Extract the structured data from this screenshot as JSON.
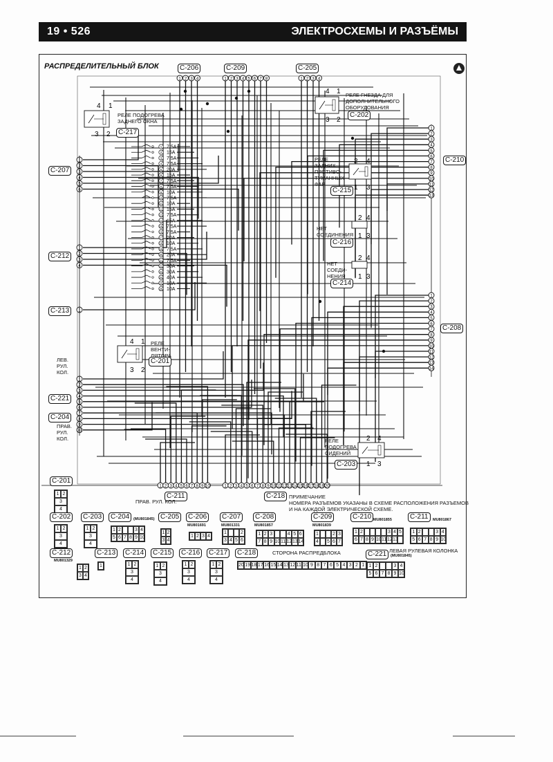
{
  "header": {
    "page_number": "19 • 526",
    "section_title": "ЭЛЕКТРОСХЕМЫ И РАЗЪЁМЫ"
  },
  "diagram": {
    "title": "РАСПРЕДЕЛИТЕЛЬНЫЙ БЛОК",
    "logo_icon": "brand-emblem-icon",
    "top_connectors": [
      {
        "id": "C-206",
        "pins": [
          "1",
          "2",
          "3",
          "4"
        ]
      },
      {
        "id": "C-209",
        "pins": [
          "1",
          "2",
          "3",
          "4",
          "5",
          "6",
          "7",
          "8"
        ]
      },
      {
        "id": "C-205",
        "pins": [
          "1",
          "2",
          "3",
          "4"
        ]
      }
    ],
    "left_connectors": [
      {
        "id": "C-207",
        "pins": [
          "1",
          "2",
          "3",
          "4",
          "5",
          "6"
        ]
      },
      {
        "id": "C-212",
        "pins": [
          "1",
          "2",
          "3",
          "4"
        ]
      },
      {
        "id": "C-213",
        "pins": [
          "1"
        ]
      },
      {
        "id": "C-221",
        "label_above": "ЛЕВ. РУЛ. КОЛ.",
        "pins": [
          "1",
          "2",
          "3",
          "4",
          "5"
        ]
      },
      {
        "id": "C-204",
        "label_below": "ПРАВ. РУЛ. КОЛ.",
        "pins": [
          "6",
          "7",
          "8",
          "9",
          "10"
        ]
      }
    ],
    "right_connectors": [
      {
        "id": "C-210",
        "pins": [
          "1",
          "2",
          "3",
          "4",
          "5",
          "6",
          "7",
          "8",
          "9",
          "10",
          "11",
          "12",
          "13"
        ]
      },
      {
        "id": "C-208",
        "pins": [
          "1",
          "2",
          "3",
          "4",
          "5",
          "6",
          "7",
          "8",
          "9",
          "10",
          "11",
          "12",
          "13",
          "14"
        ]
      }
    ],
    "bottom_connectors": [
      {
        "id": "C-211",
        "pins": [
          "1",
          "2",
          "3",
          "4",
          "5",
          "6",
          "7",
          "8",
          "9",
          "10"
        ]
      },
      {
        "id": "C-218",
        "pins": [
          "1",
          "2",
          "3",
          "4",
          "5",
          "6",
          "7",
          "8",
          "9",
          "10",
          "11",
          "12",
          "13",
          "14",
          "15",
          "16",
          "17",
          "18",
          "19",
          "20"
        ]
      }
    ],
    "relays": [
      {
        "id": "C-217",
        "label": "РЕЛЕ ПОДОГРЕВА ЗАДНЕГО ОКНА",
        "pins": [
          "4",
          "1",
          "3",
          "2"
        ],
        "switch": [
          "OFF",
          "ON"
        ]
      },
      {
        "id": "C-202",
        "label": "РЕЛЕ ГНЕЗДА ДЛЯ ДОПОЛНИТЕЛЬНОГО ОБОРУДОВАНИЯ",
        "pins": [
          "4",
          "1",
          "3",
          "2"
        ],
        "switch": [
          "OFF",
          "ON"
        ]
      },
      {
        "id": "C-215",
        "label": "РЕЛЕ ЗАДНИХ ПРОТИВО- ТУМАННЫХ ФАР",
        "pins": [
          "2",
          "4",
          "1",
          "3"
        ],
        "switch": [
          "OFF",
          "ON"
        ]
      },
      {
        "id": "C-216",
        "label": "НЕТ СОЕДИНЕНИЯ",
        "pins": [
          "2",
          "4",
          "1",
          "3"
        ]
      },
      {
        "id": "C-214",
        "label": "НЕТ СОЕДИ- НЕНИЯ",
        "pins": [
          "2",
          "4",
          "1",
          "3"
        ]
      },
      {
        "id": "C-201",
        "label": "РЕЛЕ ВЕНТИ- ЛЯТОРА",
        "pins": [
          "4",
          "1",
          "3",
          "2"
        ],
        "switch": [
          "OFF",
          "ON"
        ]
      },
      {
        "id": "C-203",
        "label": "РЕЛЕ ПОДОГРЕВА СИДЕНИЙ",
        "pins": [
          "2",
          "4",
          "1",
          "3"
        ],
        "switch": [
          "ON",
          "OFF"
        ]
      }
    ],
    "fuses": [
      {
        "no": "1",
        "rating": "7.5A"
      },
      {
        "no": "2",
        "rating": "15A"
      },
      {
        "no": "3",
        "rating": "7.5A"
      },
      {
        "no": "4",
        "rating": "7.5A"
      },
      {
        "no": "5",
        "rating": "20A"
      },
      {
        "no": "6",
        "rating": "15A"
      },
      {
        "no": "7",
        "rating": "7.5A"
      },
      {
        "no": "8",
        "rating": "7.5A"
      },
      {
        "no": "9",
        "rating": "10A"
      },
      {
        "no": "10",
        "rating": "7.5A"
      },
      {
        "no": "11",
        "rating": "10A"
      },
      {
        "no": "12",
        "rating": "15A"
      },
      {
        "no": "13",
        "rating": "7.5A"
      },
      {
        "no": "14",
        "rating": "15A"
      },
      {
        "no": "15",
        "rating": "7.5A"
      },
      {
        "no": "16",
        "rating": "7.5A"
      },
      {
        "no": "17",
        "rating": "20A"
      },
      {
        "no": "18",
        "rating": "10A"
      },
      {
        "no": "19",
        "rating": "7.5A"
      },
      {
        "no": "20",
        "rating": "20A"
      },
      {
        "no": "21",
        "rating": "7.5A"
      },
      {
        "no": "22",
        "rating": "30A"
      },
      {
        "no": "23",
        "rating": "30A"
      },
      {
        "no": "24",
        "rating": "40A"
      },
      {
        "no": "25",
        "rating": "10A"
      },
      {
        "no": "26",
        "rating": "10A"
      }
    ]
  },
  "note": {
    "title": "ПРИМЕЧАНИЕ",
    "text_line1": "НОМЕРА РАЗЪЕМОВ УКАЗАНЫ В СХЕМЕ РАСПОЛОЖЕНИЯ РАЗЪЕМОВ",
    "text_line2": "И НА КАЖДОЙ ЭЛЕКТРИЧЕСКОЙ СХЕМЕ."
  },
  "connector_views": {
    "C-201": {
      "pins": [
        "1",
        "2",
        "3",
        "4"
      ]
    },
    "C-202": {
      "pins": [
        "1",
        "2",
        "3",
        "4"
      ]
    },
    "C-203": {
      "pins": [
        "1",
        "2",
        "3",
        "4"
      ]
    },
    "C-204": {
      "caption": "ПРАВ. РУЛ. КОЛ.",
      "part_no": "(MU801845)",
      "pins": [
        "1",
        "2",
        "3",
        "4",
        "5",
        "6",
        "7",
        "8",
        "9",
        "10"
      ]
    },
    "C-205": {
      "pins": [
        "1",
        "2",
        "3",
        "4"
      ]
    },
    "C-206": {
      "part_no": "MU801691",
      "pins": [
        "1",
        "2",
        "3",
        "4"
      ]
    },
    "C-207": {
      "part_no": "MU801331",
      "pins": [
        "1",
        "2",
        "3",
        "4",
        "5",
        "6"
      ]
    },
    "C-208": {
      "part_no": "MU801857",
      "pins": [
        "1",
        "2",
        "3",
        "4",
        "5",
        "6",
        "7",
        "8",
        "9",
        "10",
        "11",
        "12",
        "13",
        "14"
      ]
    },
    "C-209": {
      "part_no": "MU801839",
      "pins": [
        "1",
        "2",
        "3",
        "4",
        "5",
        "6",
        "7",
        "8"
      ]
    },
    "C-210": {
      "part_no": "MU801855",
      "pins": [
        "1",
        "2",
        "3",
        "4",
        "5",
        "6",
        "7",
        "8",
        "9",
        "10",
        "11",
        "12",
        "13"
      ]
    },
    "C-211": {
      "part_no": "MU801867",
      "pins": [
        "1",
        "2",
        "3",
        "4",
        "5",
        "6",
        "7",
        "8",
        "9",
        "10"
      ]
    },
    "C-212": {
      "part_no": "MU801329",
      "pins": [
        "1",
        "2",
        "3",
        "4"
      ]
    },
    "C-213": {
      "pins": [
        "1"
      ]
    },
    "C-214": {
      "pins": [
        "1",
        "2",
        "3",
        "4"
      ]
    },
    "C-215": {
      "pins": [
        "1",
        "2",
        "3",
        "4"
      ]
    },
    "C-216": {
      "pins": [
        "1",
        "2",
        "3",
        "4"
      ]
    },
    "C-217": {
      "pins": [
        "1",
        "2",
        "3",
        "4"
      ]
    },
    "C-218": {
      "caption": "СТОРОНА РАСПРЕДБЛОКА",
      "pins": [
        "20",
        "19",
        "18",
        "17",
        "16",
        "15",
        "14",
        "13",
        "12",
        "11",
        "10",
        "9",
        "8",
        "7",
        "6",
        "5",
        "4",
        "3",
        "2",
        "1"
      ]
    },
    "C-221": {
      "caption": "ЛЕВАЯ РУЛЕВАЯ КОЛОНКА",
      "part_no": "(MU801845)",
      "pins": [
        "1",
        "2",
        "3",
        "4",
        "5",
        "6",
        "7",
        "8",
        "9",
        "10"
      ]
    }
  }
}
